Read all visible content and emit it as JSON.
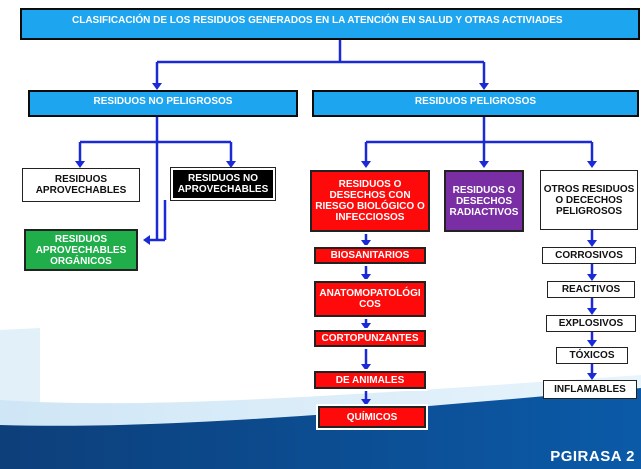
{
  "title": "CLASIFICACIÓN DE LOS RESIDUOS GENERADOS EN LA ATENCIÓN EN SALUD Y OTRAS ACTIVIADES",
  "no_peligrosos": {
    "header": "RESIDUOS NO PELIGROSOS",
    "aprovechables": "RESIDUOS APROVECHABLES",
    "no_aprovechables": "RESIDUOS NO APROVECHABLES",
    "organicos": "RESIDUOS APROVECHABLES ORGÁNICOS"
  },
  "peligrosos": {
    "header": "RESIDUOS PELIGROSOS",
    "biologico": {
      "label": "RESIDUOS O DESECHOS CON RIESGO BIOLÓGICO O INFECCIOSOS",
      "items": [
        "BIOSANITARIOS",
        "ANATOMOPATOLÓGICOS",
        "CORTOPUNZANTES",
        "DE ANIMALES",
        "QUÍMICOS"
      ]
    },
    "radiactivos": "RESIDUOS O DESECHOS RADIACTIVOS",
    "otros": {
      "label": "OTROS RESIDUOS O DECECHOS PELIGROSOS",
      "items": [
        "CORROSIVOS",
        "REACTIVOS",
        "EXPLOSIVOS",
        "TÓXICOS",
        "INFLAMABLES"
      ]
    }
  },
  "footer": "PGIRASA 2",
  "colors": {
    "header_blue": "#1ea5f0",
    "connector_blue": "#1a2ad6",
    "biological_red": "#ff0a0a",
    "radioactive_purple": "#7a2ea3",
    "organic_green": "#1fae49"
  }
}
